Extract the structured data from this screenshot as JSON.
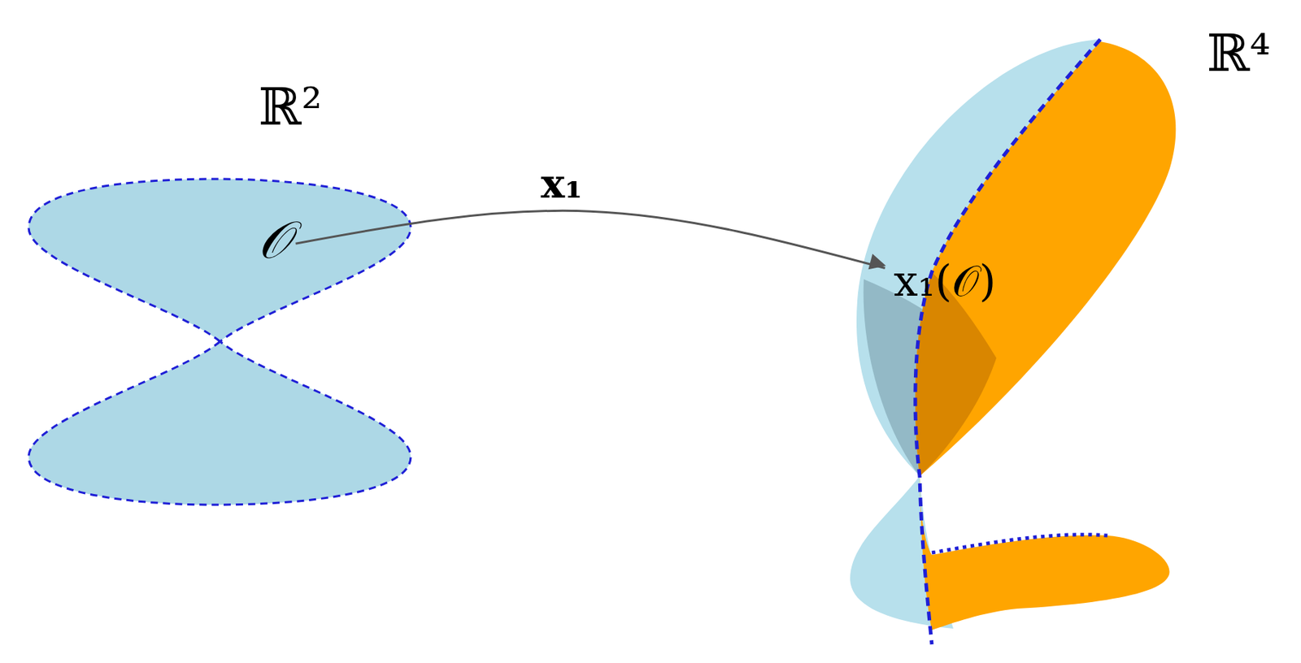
{
  "diagram": {
    "nodes": [
      {
        "text": [
          "𝒪"
        ]
      },
      {
        "text": [
          "x₁(𝒪)"
        ]
      }
    ],
    "edges": [
      {
        "from": 0,
        "to": 1,
        "arrow": "to",
        "label": "x₁"
      }
    ],
    "labels": [
      "ℝ²",
      "ℝ⁴"
    ]
  }
}
